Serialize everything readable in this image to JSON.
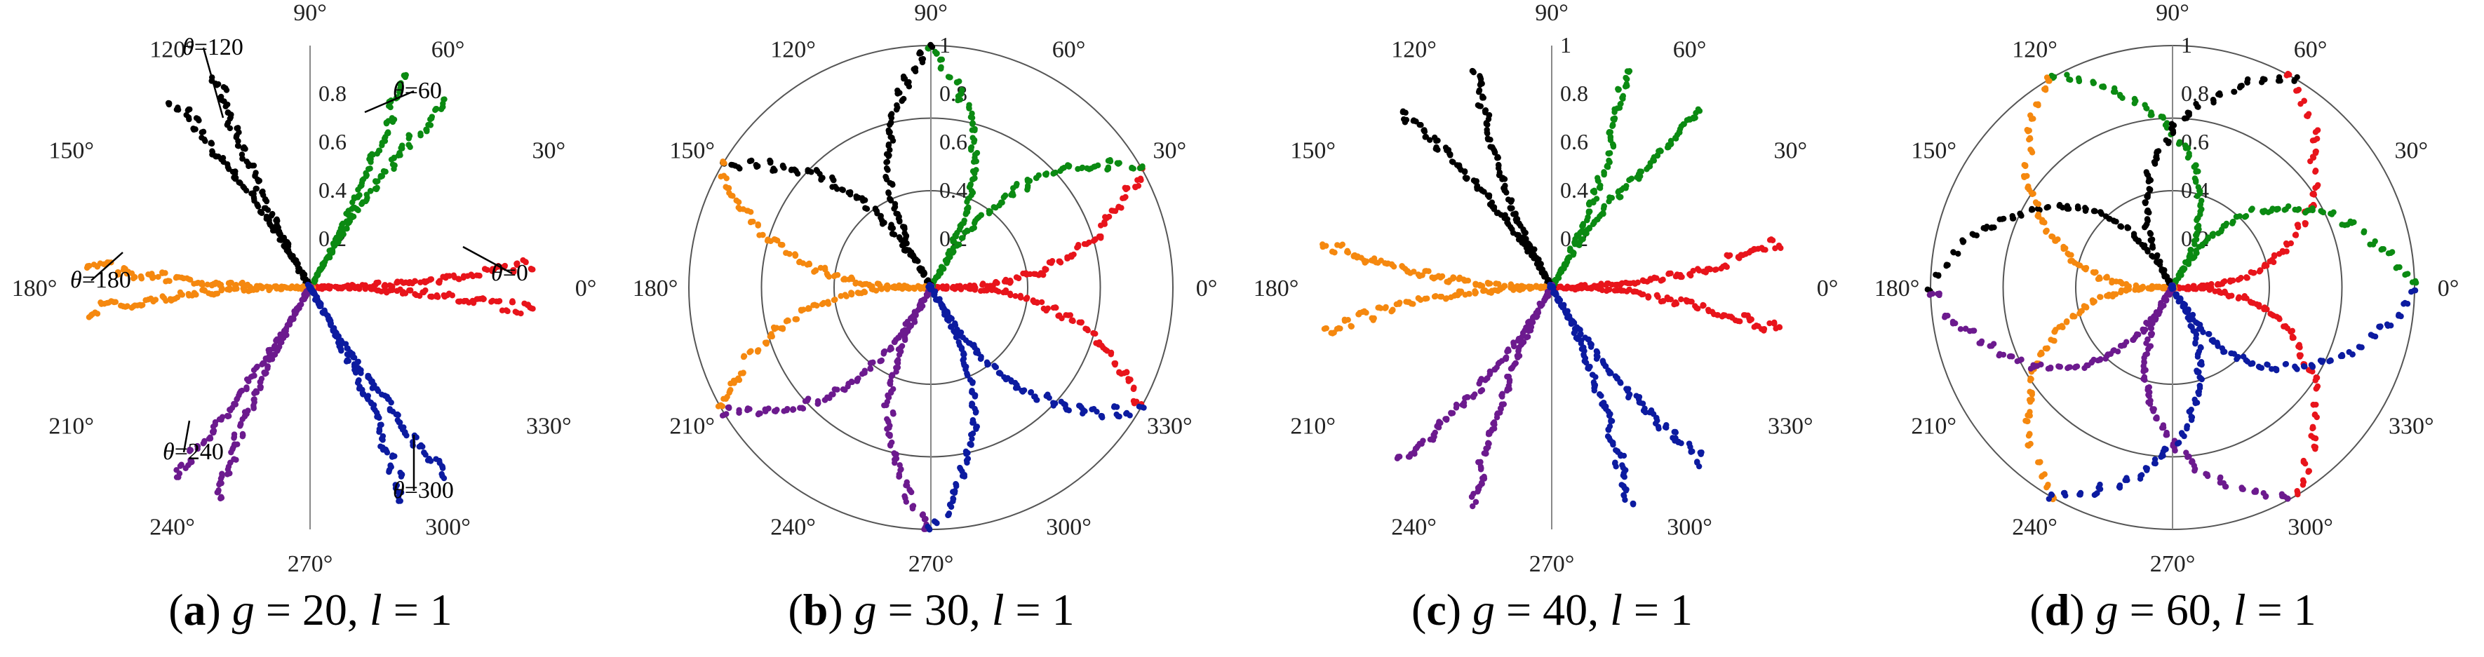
{
  "chart_data": [
    {
      "type": "scatter",
      "subtype": "polar",
      "panel_label": "(a)",
      "caption": {
        "label": "a",
        "g_label": "g",
        "g_value": "20",
        "l_label": "l",
        "l_value": "1"
      },
      "angle_labels": [
        "90°",
        "60°",
        "30°",
        "0°",
        "330°",
        "300°",
        "270°",
        "240°",
        "210°",
        "180°",
        "150°",
        "120°"
      ],
      "radial_ticks": [
        "0.2",
        "0.4",
        "0.6",
        "0.8"
      ],
      "rmax": 1,
      "show_rings": false,
      "annotations": [
        {
          "prefix": "θ",
          "value": "=120",
          "angle": 120
        },
        {
          "prefix": "θ",
          "value": "=60",
          "angle": 60
        },
        {
          "prefix": "θ",
          "value": "=0",
          "angle": 0
        },
        {
          "prefix": "θ",
          "value": "=180",
          "angle": 180
        },
        {
          "prefix": "θ",
          "value": "=240",
          "angle": 240
        },
        {
          "prefix": "θ",
          "value": "=300",
          "angle": 300
        }
      ],
      "series": [
        {
          "color": "#e8141b",
          "theta": 0,
          "r_range": [
            0,
            0.92
          ],
          "spread": 12
        },
        {
          "color": "#0b8a12",
          "theta": 60,
          "r_range": [
            0,
            0.95
          ],
          "spread": 12
        },
        {
          "color": "#000000",
          "theta": 120,
          "r_range": [
            0,
            0.95
          ],
          "spread": 12
        },
        {
          "color": "#f5880f",
          "theta": 180,
          "r_range": [
            0,
            0.92
          ],
          "spread": 12
        },
        {
          "color": "#6c1a8e",
          "theta": 240,
          "r_range": [
            0,
            0.95
          ],
          "spread": 12
        },
        {
          "color": "#0c1ba0",
          "theta": 300,
          "r_range": [
            0,
            0.95
          ],
          "spread": 12
        }
      ]
    },
    {
      "type": "scatter",
      "subtype": "polar",
      "panel_label": "(b)",
      "caption": {
        "label": "b",
        "g_label": "g",
        "g_value": "30",
        "l_label": "l",
        "l_value": "1"
      },
      "angle_labels": [
        "90°",
        "60°",
        "30°",
        "0°",
        "330°",
        "300°",
        "270°",
        "240°",
        "210°",
        "180°",
        "150°",
        "120°"
      ],
      "radial_ticks": [
        "0.2",
        "0.4",
        "0.6",
        "0.8",
        "1"
      ],
      "rmax": 1,
      "show_rings": true,
      "series": [
        {
          "color": "#e8141b",
          "theta": 0,
          "r_range": [
            0,
            1.0
          ],
          "spread": 16,
          "peaks": [
            30,
            330
          ]
        },
        {
          "color": "#0b8a12",
          "theta": 60,
          "r_range": [
            0,
            1.0
          ],
          "spread": 16,
          "peaks": [
            30,
            90
          ]
        },
        {
          "color": "#000000",
          "theta": 120,
          "r_range": [
            0,
            1.0
          ],
          "spread": 16,
          "peaks": [
            90,
            150
          ]
        },
        {
          "color": "#f5880f",
          "theta": 180,
          "r_range": [
            0,
            1.0
          ],
          "spread": 16,
          "peaks": [
            150,
            210
          ]
        },
        {
          "color": "#6c1a8e",
          "theta": 240,
          "r_range": [
            0,
            1.0
          ],
          "spread": 16,
          "peaks": [
            210,
            270
          ]
        },
        {
          "color": "#0c1ba0",
          "theta": 300,
          "r_range": [
            0,
            1.0
          ],
          "spread": 16,
          "peaks": [
            270,
            330
          ]
        }
      ]
    },
    {
      "type": "scatter",
      "subtype": "polar",
      "panel_label": "(c)",
      "caption": {
        "label": "c",
        "g_label": "g",
        "g_value": "40",
        "l_label": "l",
        "l_value": "1"
      },
      "angle_labels": [
        "90°",
        "60°",
        "30°",
        "0°",
        "330°",
        "300°",
        "270°",
        "240°",
        "210°",
        "180°",
        "150°",
        "120°"
      ],
      "radial_ticks": [
        "0.2",
        "0.4",
        "0.6",
        "0.8",
        "1"
      ],
      "rmax": 1,
      "show_rings": false,
      "series": [
        {
          "color": "#e8141b",
          "theta": 0,
          "r_range": [
            0,
            0.95
          ],
          "spread": 22
        },
        {
          "color": "#0b8a12",
          "theta": 60,
          "r_range": [
            0,
            0.95
          ],
          "spread": 22
        },
        {
          "color": "#000000",
          "theta": 120,
          "r_range": [
            0,
            0.95
          ],
          "spread": 22
        },
        {
          "color": "#f5880f",
          "theta": 180,
          "r_range": [
            0,
            0.95
          ],
          "spread": 22
        },
        {
          "color": "#6c1a8e",
          "theta": 240,
          "r_range": [
            0,
            0.95
          ],
          "spread": 22
        },
        {
          "color": "#0c1ba0",
          "theta": 300,
          "r_range": [
            0,
            0.95
          ],
          "spread": 22
        }
      ]
    },
    {
      "type": "scatter",
      "subtype": "polar",
      "panel_label": "(d)",
      "caption": {
        "label": "d",
        "g_label": "g",
        "g_value": "60",
        "l_label": "l",
        "l_value": "1"
      },
      "angle_labels": [
        "90°",
        "60°",
        "30°",
        "0°",
        "330°",
        "300°",
        "270°",
        "240°",
        "210°",
        "180°",
        "150°",
        "120°"
      ],
      "radial_ticks": [
        "0.2",
        "0.4",
        "0.6",
        "0.8",
        "1"
      ],
      "rmax": 1,
      "show_rings": true,
      "series": [
        {
          "color": "#e8141b",
          "theta": 0,
          "r_range": [
            0,
            1.0
          ],
          "spread": 28,
          "peaks": [
            60,
            300
          ]
        },
        {
          "color": "#0b8a12",
          "theta": 60,
          "r_range": [
            0,
            1.0
          ],
          "spread": 28,
          "peaks": [
            0,
            120
          ]
        },
        {
          "color": "#000000",
          "theta": 120,
          "r_range": [
            0,
            1.0
          ],
          "spread": 28,
          "peaks": [
            60,
            180
          ]
        },
        {
          "color": "#f5880f",
          "theta": 180,
          "r_range": [
            0,
            1.0
          ],
          "spread": 28,
          "peaks": [
            120,
            240
          ]
        },
        {
          "color": "#6c1a8e",
          "theta": 240,
          "r_range": [
            0,
            1.0
          ],
          "spread": 28,
          "peaks": [
            180,
            300
          ]
        },
        {
          "color": "#0c1ba0",
          "theta": 300,
          "r_range": [
            0,
            1.0
          ],
          "spread": 28,
          "peaks": [
            240,
            0
          ]
        }
      ]
    }
  ]
}
